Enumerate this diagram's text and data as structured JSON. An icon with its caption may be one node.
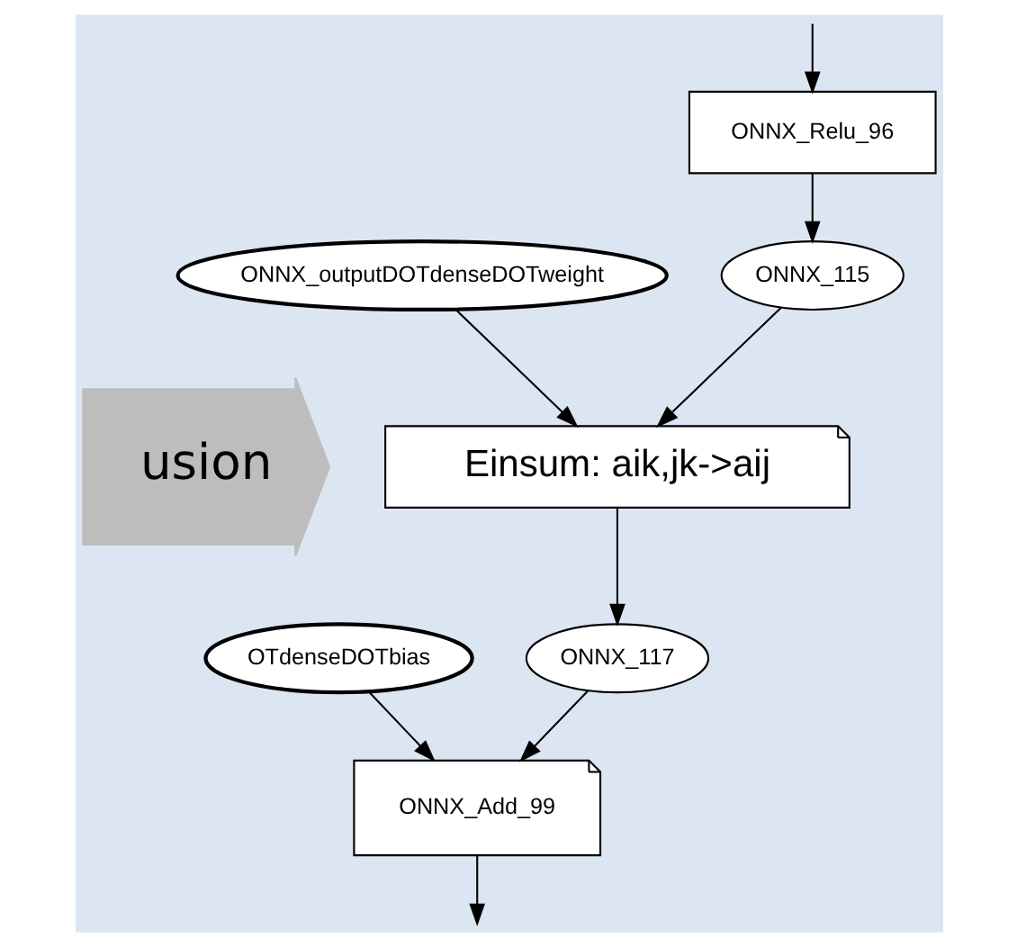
{
  "diagram": {
    "nodes": [
      {
        "text": [
          "ONNX_Relu_96"
        ]
      },
      {
        "text": [
          "ONNX_outputDOTdenseDOTweight"
        ]
      },
      {
        "text": [
          "ONNX_115"
        ]
      },
      {
        "text": [
          "usion"
        ]
      },
      {
        "text": [
          "Einsum: aik,jk->aij"
        ]
      },
      {
        "text": [
          "OTdenseDOTbias"
        ]
      },
      {
        "text": [
          "ONNX_117"
        ]
      },
      {
        "text": [
          "ONNX_Add_99"
        ]
      }
    ],
    "edges": [
      {
        "from": null,
        "to": 0,
        "arrow": "to"
      },
      {
        "from": 0,
        "to": 2,
        "arrow": "to"
      },
      {
        "from": 1,
        "to": 4,
        "arrow": "to"
      },
      {
        "from": 2,
        "to": 4,
        "arrow": "to"
      },
      {
        "from": 4,
        "to": 6,
        "arrow": "to"
      },
      {
        "from": 5,
        "to": 7,
        "arrow": "to"
      },
      {
        "from": 6,
        "to": 7,
        "arrow": "to"
      },
      {
        "from": 7,
        "to": null,
        "arrow": "to"
      }
    ]
  }
}
